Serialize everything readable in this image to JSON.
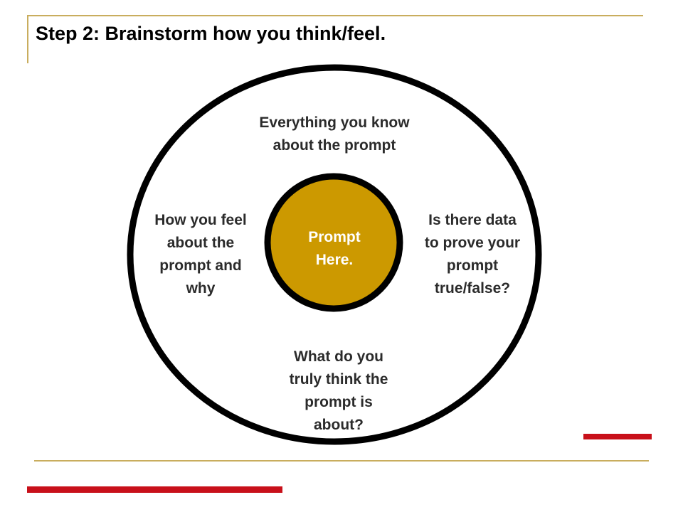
{
  "slide": {
    "title": "Step 2:  Brainstorm how you think/feel."
  },
  "diagram": {
    "center_label": "Prompt\nHere.",
    "top_label": "Everything you know\nabout the prompt",
    "left_label": "How you feel\nabout the\nprompt and\nwhy",
    "right_label": "Is there data\nto prove your\nprompt\ntrue/false?",
    "bottom_label": "What do you\ntruly think the\nprompt is\nabout?"
  },
  "colors": {
    "center_fill": "#cc9900",
    "ring_stroke": "#000000",
    "accent_rule": "#c9ad5e",
    "accent_bar": "#c8101a"
  }
}
